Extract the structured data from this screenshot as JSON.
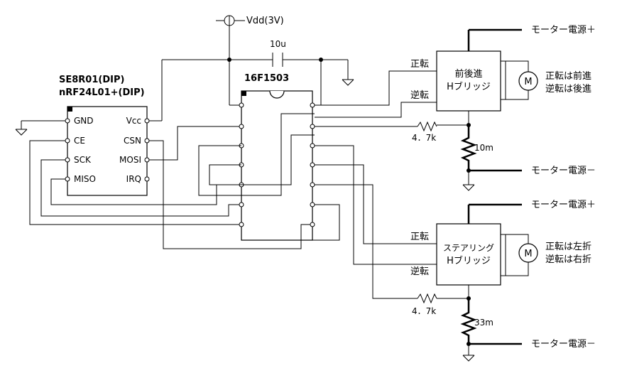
{
  "vdd_label": "Vdd(3V)",
  "cap_label": "10u",
  "mcu_label": "16F1503",
  "module": {
    "line1": "SE8R01(DIP)",
    "line2": "nRF24L01+(DIP)",
    "pins_left": [
      "GND",
      "CE",
      "SCK",
      "MISO"
    ],
    "pins_right": [
      "Vcc",
      "CSN",
      "MOSI",
      "IRQ"
    ]
  },
  "bridge_top": {
    "line1": "前後進",
    "line2": "Hブリッジ",
    "in_forward": "正転",
    "in_reverse": "逆転",
    "resistor": "4．7k",
    "shunt": "10m",
    "motor": "M",
    "note1": "正転は前進",
    "note2": "逆転は後進",
    "power_plus": "モーター電源＋",
    "power_minus": "モーター電源－"
  },
  "bridge_bottom": {
    "line1": "ステアリング",
    "line2": "Hブリッジ",
    "in_forward": "正転",
    "in_reverse": "逆転",
    "resistor": "4．7k",
    "shunt": "33m",
    "motor": "M",
    "note1": "正転は左折",
    "note2": "逆転は右折",
    "power_plus": "モーター電源＋",
    "power_minus": "モーター電源－"
  }
}
